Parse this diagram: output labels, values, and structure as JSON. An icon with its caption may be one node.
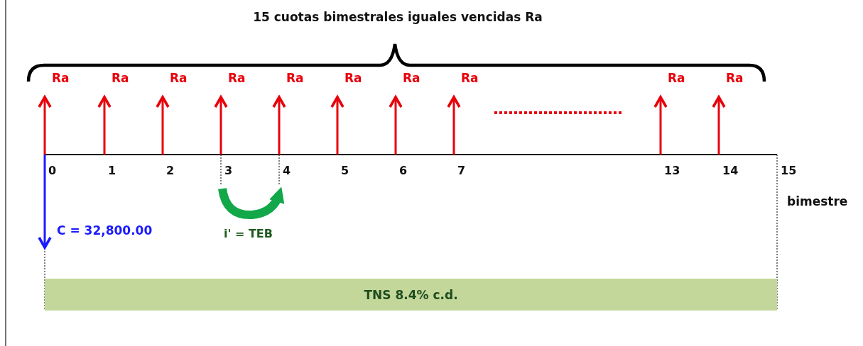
{
  "diagram": {
    "title": "15 cuotas bimestrales iguales vencidas Ra",
    "nodes": [
      {
        "text": [
          "TNS 8.4% c.d."
        ]
      }
    ],
    "labels": [
      "Ra",
      "Ra",
      "Ra",
      "Ra",
      "Ra",
      "Ra",
      "Ra",
      "Ra",
      "Ra",
      "Ra",
      "0",
      "1",
      "2",
      "3",
      "4",
      "5",
      "6",
      "7",
      "13",
      "14",
      "15",
      "bimestre",
      "C = 32,800.00",
      "i' = TEB"
    ]
  }
}
